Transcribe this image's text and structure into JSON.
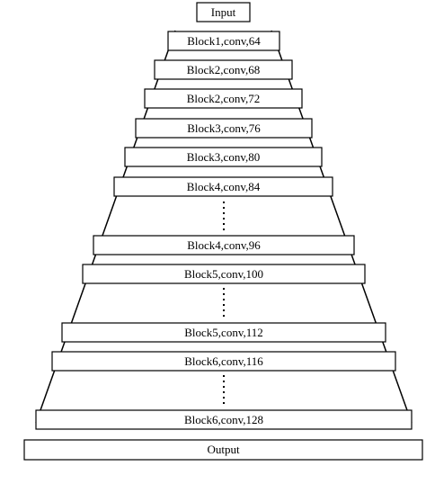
{
  "input_label": "Input",
  "output_label": "Output",
  "blocks": [
    "Block1,conv,64",
    "Block2,conv,68",
    "Block2,conv,72",
    "Block3,conv,76",
    "Block3,conv,80",
    "Block4,conv,84",
    "Block4,conv,96",
    "Block5,conv,100",
    "Block5,conv,112",
    "Block6,conv,116",
    "Block6,conv,128"
  ],
  "colors": {
    "line": "#000000",
    "fill": "#ffffff"
  }
}
